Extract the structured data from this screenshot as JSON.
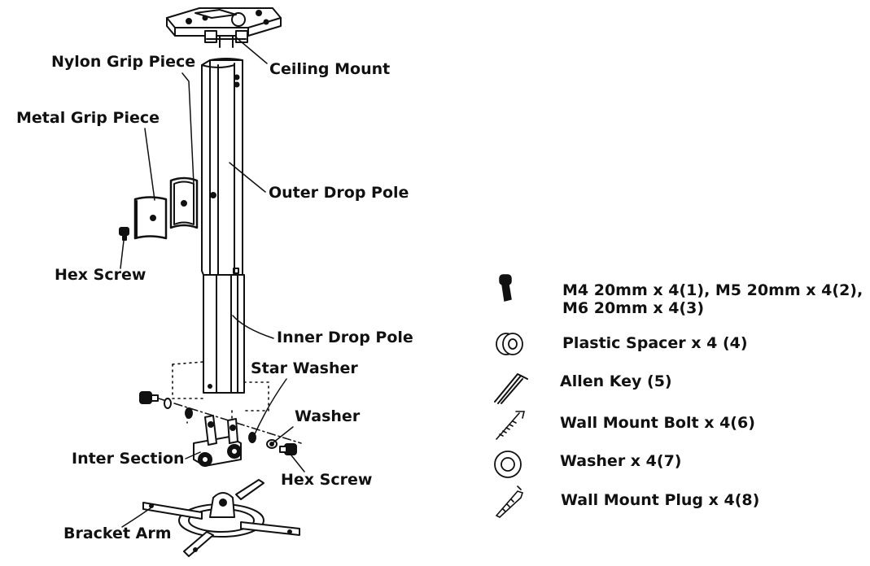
{
  "labels": {
    "ceiling_mount": "Ceiling Mount",
    "nylon_grip": "Nylon Grip Piece",
    "metal_grip": "Metal Grip Piece",
    "outer_pole": "Outer Drop Pole",
    "hex_screw_left": "Hex Screw",
    "inner_pole": "Inner Drop Pole",
    "star_washer": "Star Washer",
    "washer": "Washer",
    "inter_section": "Inter Section",
    "hex_screw_right": "Hex Screw",
    "bracket_arm": "Bracket Arm"
  },
  "parts_list": [
    {
      "icon": "screw-icon",
      "line1": "M4 20mm x 4(1), M5 20mm x 4(2),",
      "line2": "M6 20mm x 4(3)"
    },
    {
      "icon": "plastic-spacer-icon",
      "line1": "Plastic Spacer x 4 (4)"
    },
    {
      "icon": "allen-key-icon",
      "line1": "Allen Key (5)"
    },
    {
      "icon": "wall-mount-bolt-icon",
      "line1": "Wall Mount Bolt x 4(6)"
    },
    {
      "icon": "washer-icon",
      "line1": "Washer x 4(7)"
    },
    {
      "icon": "wall-mount-plug-icon",
      "line1": "Wall Mount Plug x 4(8)"
    }
  ]
}
